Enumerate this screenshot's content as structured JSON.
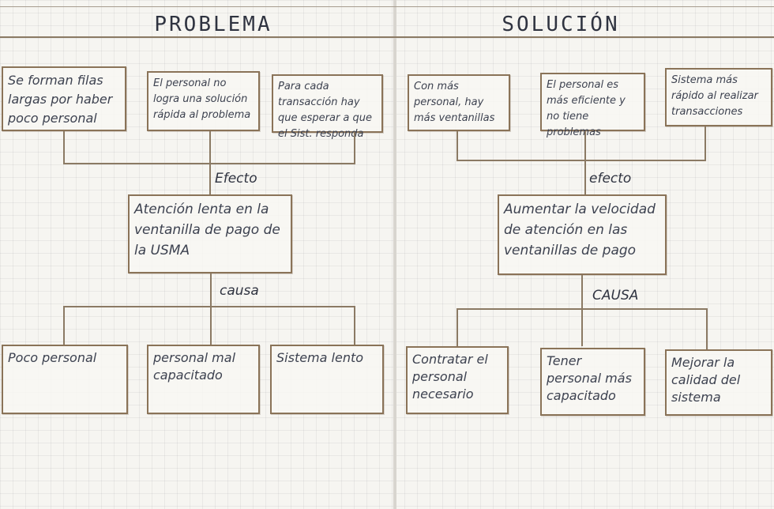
{
  "problema": {
    "title": "PROBLEMA",
    "effects": [
      "Se forman filas largas por haber poco personal",
      "El personal no logra una solución rápida al problema",
      "Para cada transacción hay que esperar a que el Sist. responda"
    ],
    "effect_label": "Efecto",
    "center": "Atención lenta en la ventanilla de pago de la USMA",
    "cause_label": "causa",
    "causes": [
      "Poco personal",
      "personal mal capacitado",
      "Sistema lento"
    ]
  },
  "solucion": {
    "title": "SOLUCIÓN",
    "effects": [
      "Con más personal, hay más ventanillas",
      "El personal es más eficiente y no tiene problemas",
      "Sistema más rápido al realizar transacciones"
    ],
    "effect_label": "efecto",
    "center": "Aumentar la velocidad de atención en las ventanillas de pago",
    "cause_label": "CAUSA",
    "causes": [
      "Contratar el personal necesario",
      "Tener personal más capacitado",
      "Mejorar la calidad del sistema"
    ]
  }
}
